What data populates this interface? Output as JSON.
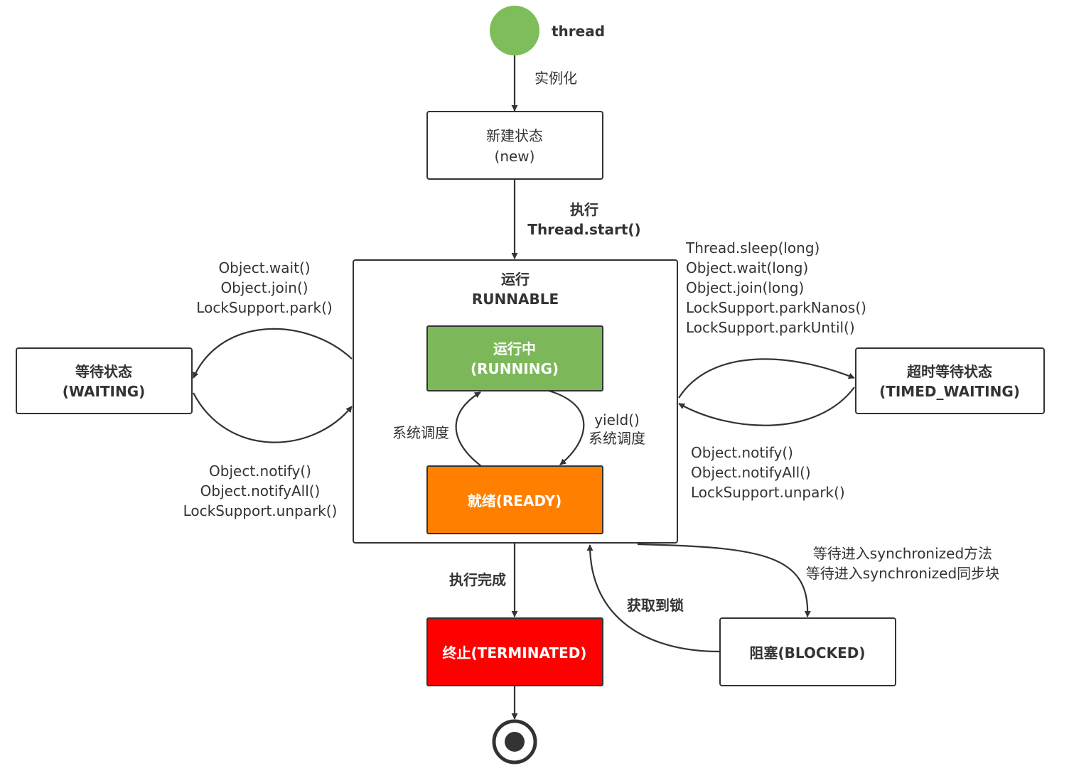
{
  "diagram": {
    "start_label": "thread",
    "colors": {
      "start": "#7dbd5a",
      "running": "#7cb85a",
      "ready": "#ff8000",
      "terminated": "#ff0000",
      "stroke": "#333333"
    },
    "nodes": {
      "new": {
        "line1": "新建状态",
        "line2": "(new)"
      },
      "runnable": {
        "line1": "运行",
        "line2": "RUNNABLE"
      },
      "running": {
        "line1": "运行中",
        "line2": "(RUNNING)"
      },
      "ready": {
        "label": "就绪(READY)"
      },
      "waiting": {
        "line1": "等待状态",
        "line2": "(WAITING)"
      },
      "timed_waiting": {
        "line1": "超时等待状态",
        "line2": "(TIMED_WAITING)"
      },
      "blocked": {
        "label": "阻塞(BLOCKED)"
      },
      "terminated": {
        "label": "终止(TERMINATED)"
      }
    },
    "edges": {
      "instantiate": "实例化",
      "start": {
        "line1": "执行",
        "line2": "Thread.start()"
      },
      "to_waiting": [
        "Object.wait()",
        "Object.join()",
        "LockSupport.park()"
      ],
      "from_waiting": [
        "Object.notify()",
        "Object.notifyAll()",
        "LockSupport.unpark()"
      ],
      "to_timed": [
        "Thread.sleep(long)",
        "Object.wait(long)",
        "Object.join(long)",
        "LockSupport.parkNanos()",
        "LockSupport.parkUntil()"
      ],
      "from_timed": [
        "Object.notify()",
        "Object.notifyAll()",
        "LockSupport.unpark()"
      ],
      "schedule_up": "系统调度",
      "yield": {
        "line1": "yield()",
        "line2": "系统调度"
      },
      "finish": "执行完成",
      "to_blocked": [
        "等待进入synchronized方法",
        "等待进入synchronized同步块"
      ],
      "acquire_lock": "获取到锁"
    }
  }
}
